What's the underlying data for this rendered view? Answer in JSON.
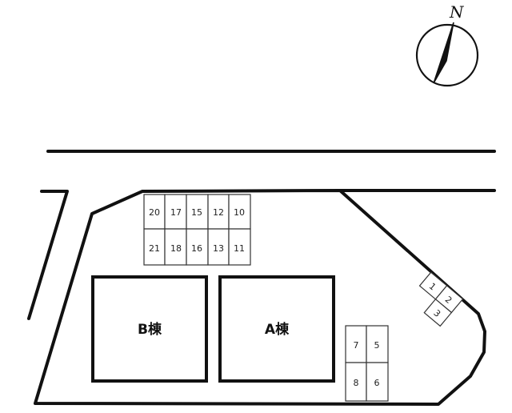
{
  "compass": {
    "label": "N"
  },
  "buildings": {
    "a": {
      "label": "A棟"
    },
    "b": {
      "label": "B棟"
    }
  },
  "parking": {
    "top_row": [
      "20",
      "17",
      "15",
      "12",
      "10"
    ],
    "bottom_row": [
      "21",
      "18",
      "16",
      "13",
      "11"
    ],
    "right_block_top": [
      "7",
      "5"
    ],
    "right_block_bottom": [
      "8",
      "6"
    ],
    "diagonal": [
      "1",
      "2",
      "3"
    ]
  },
  "colors": {
    "ink": "#111111",
    "background": "#ffffff"
  }
}
